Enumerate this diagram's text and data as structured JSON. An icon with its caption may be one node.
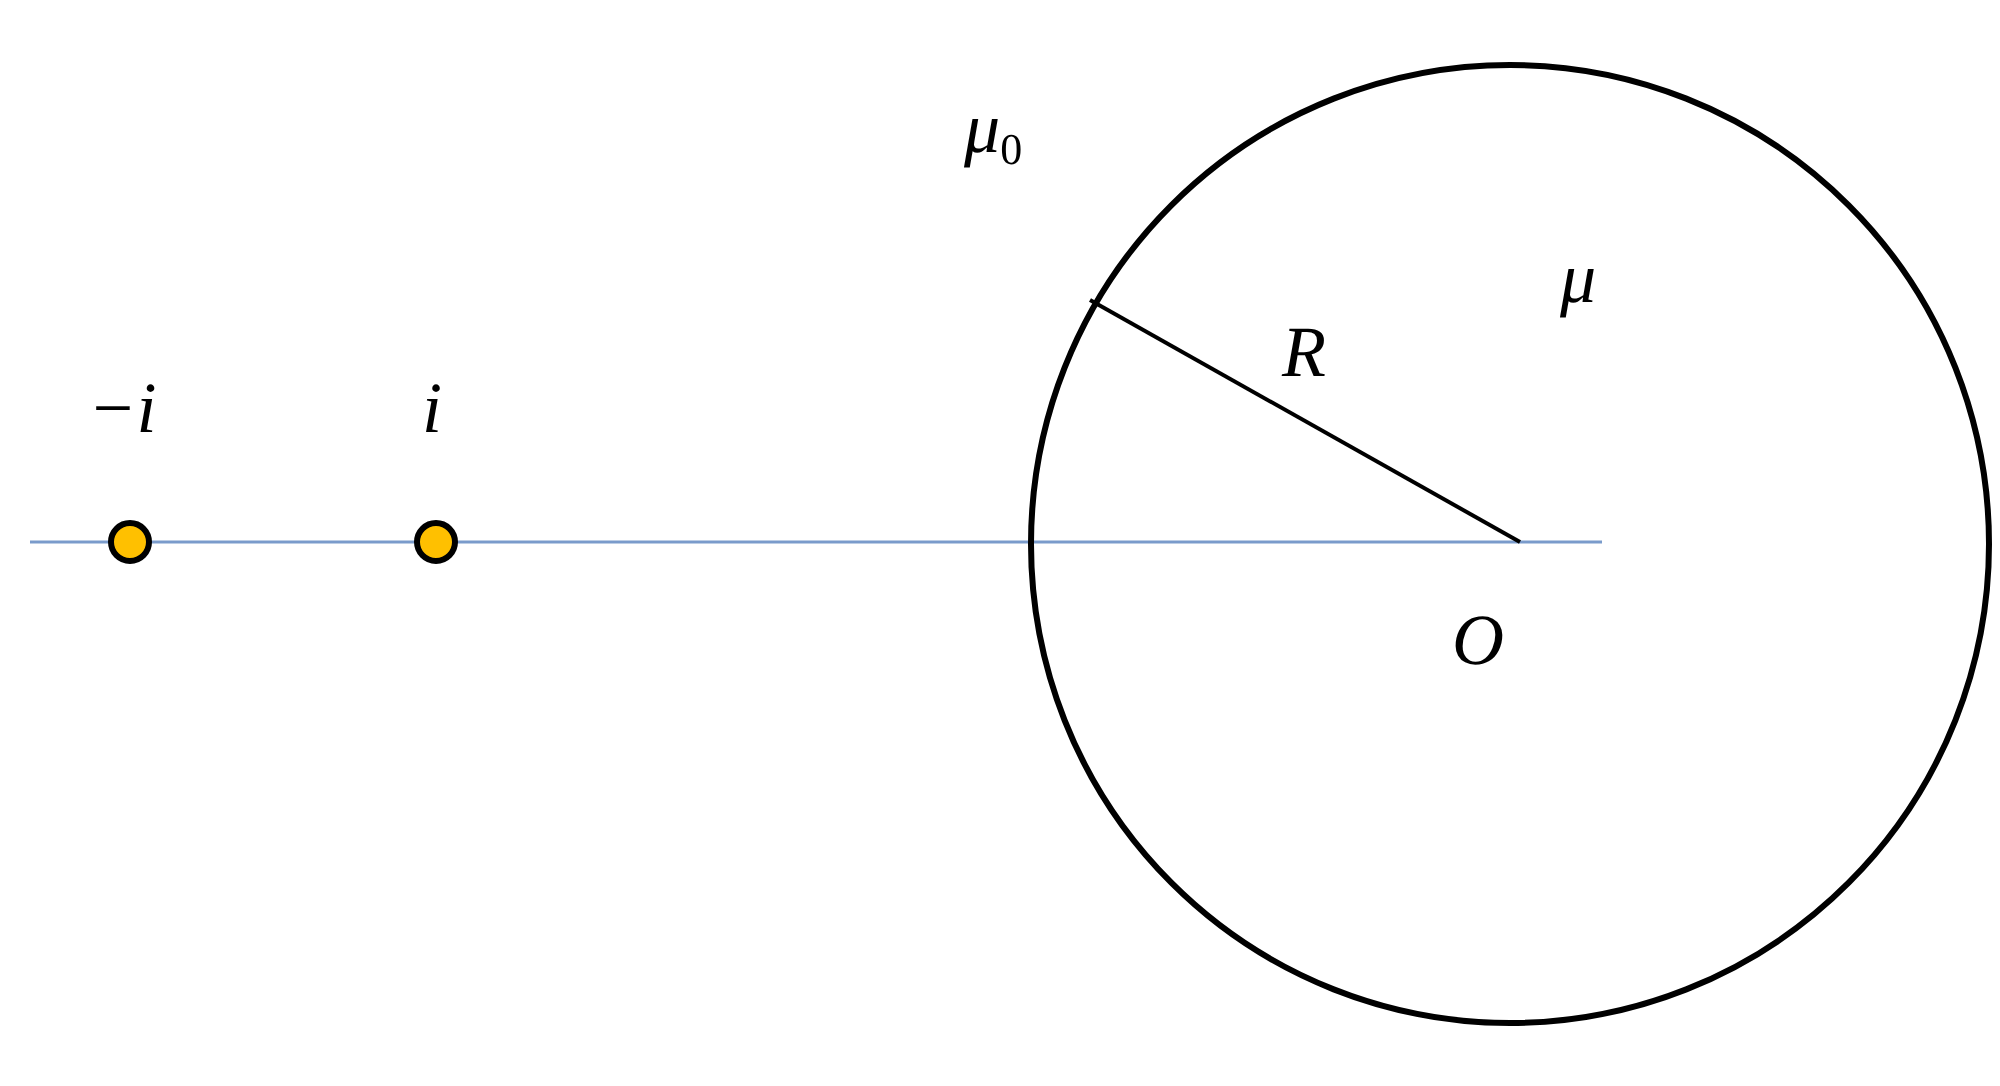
{
  "diagram": {
    "nodes": [
      {
        "text": [],
        "shape": "circle",
        "beside": [
          "−i"
        ]
      },
      {
        "text": [],
        "shape": "circle",
        "beside": [
          "i"
        ]
      },
      {
        "text": [
          "μ"
        ]
      }
    ],
    "labels": [
      "μ$_{0}$",
      "R",
      "O"
    ]
  }
}
